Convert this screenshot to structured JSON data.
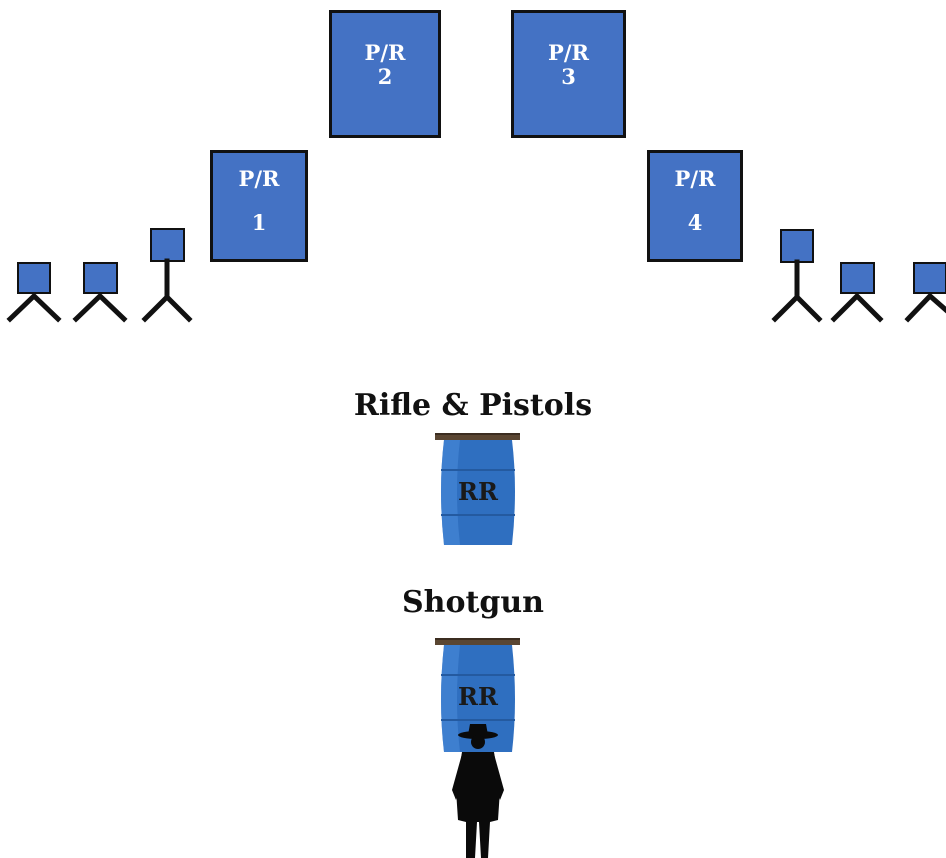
{
  "targets": [
    {
      "label": "P/R",
      "number": "1"
    },
    {
      "label": "P/R",
      "number": "2"
    },
    {
      "label": "P/R",
      "number": "3"
    },
    {
      "label": "P/R",
      "number": "4"
    }
  ],
  "stations": {
    "rifle_pistols": "Rifle & Pistols",
    "shotgun": "Shotgun"
  },
  "barrel_logo": "RR",
  "colors": {
    "target_blue": "#4472c4",
    "outline": "#111111",
    "barrel_blue": "#2f6fc0",
    "barrel_lid": "#5a4632"
  }
}
